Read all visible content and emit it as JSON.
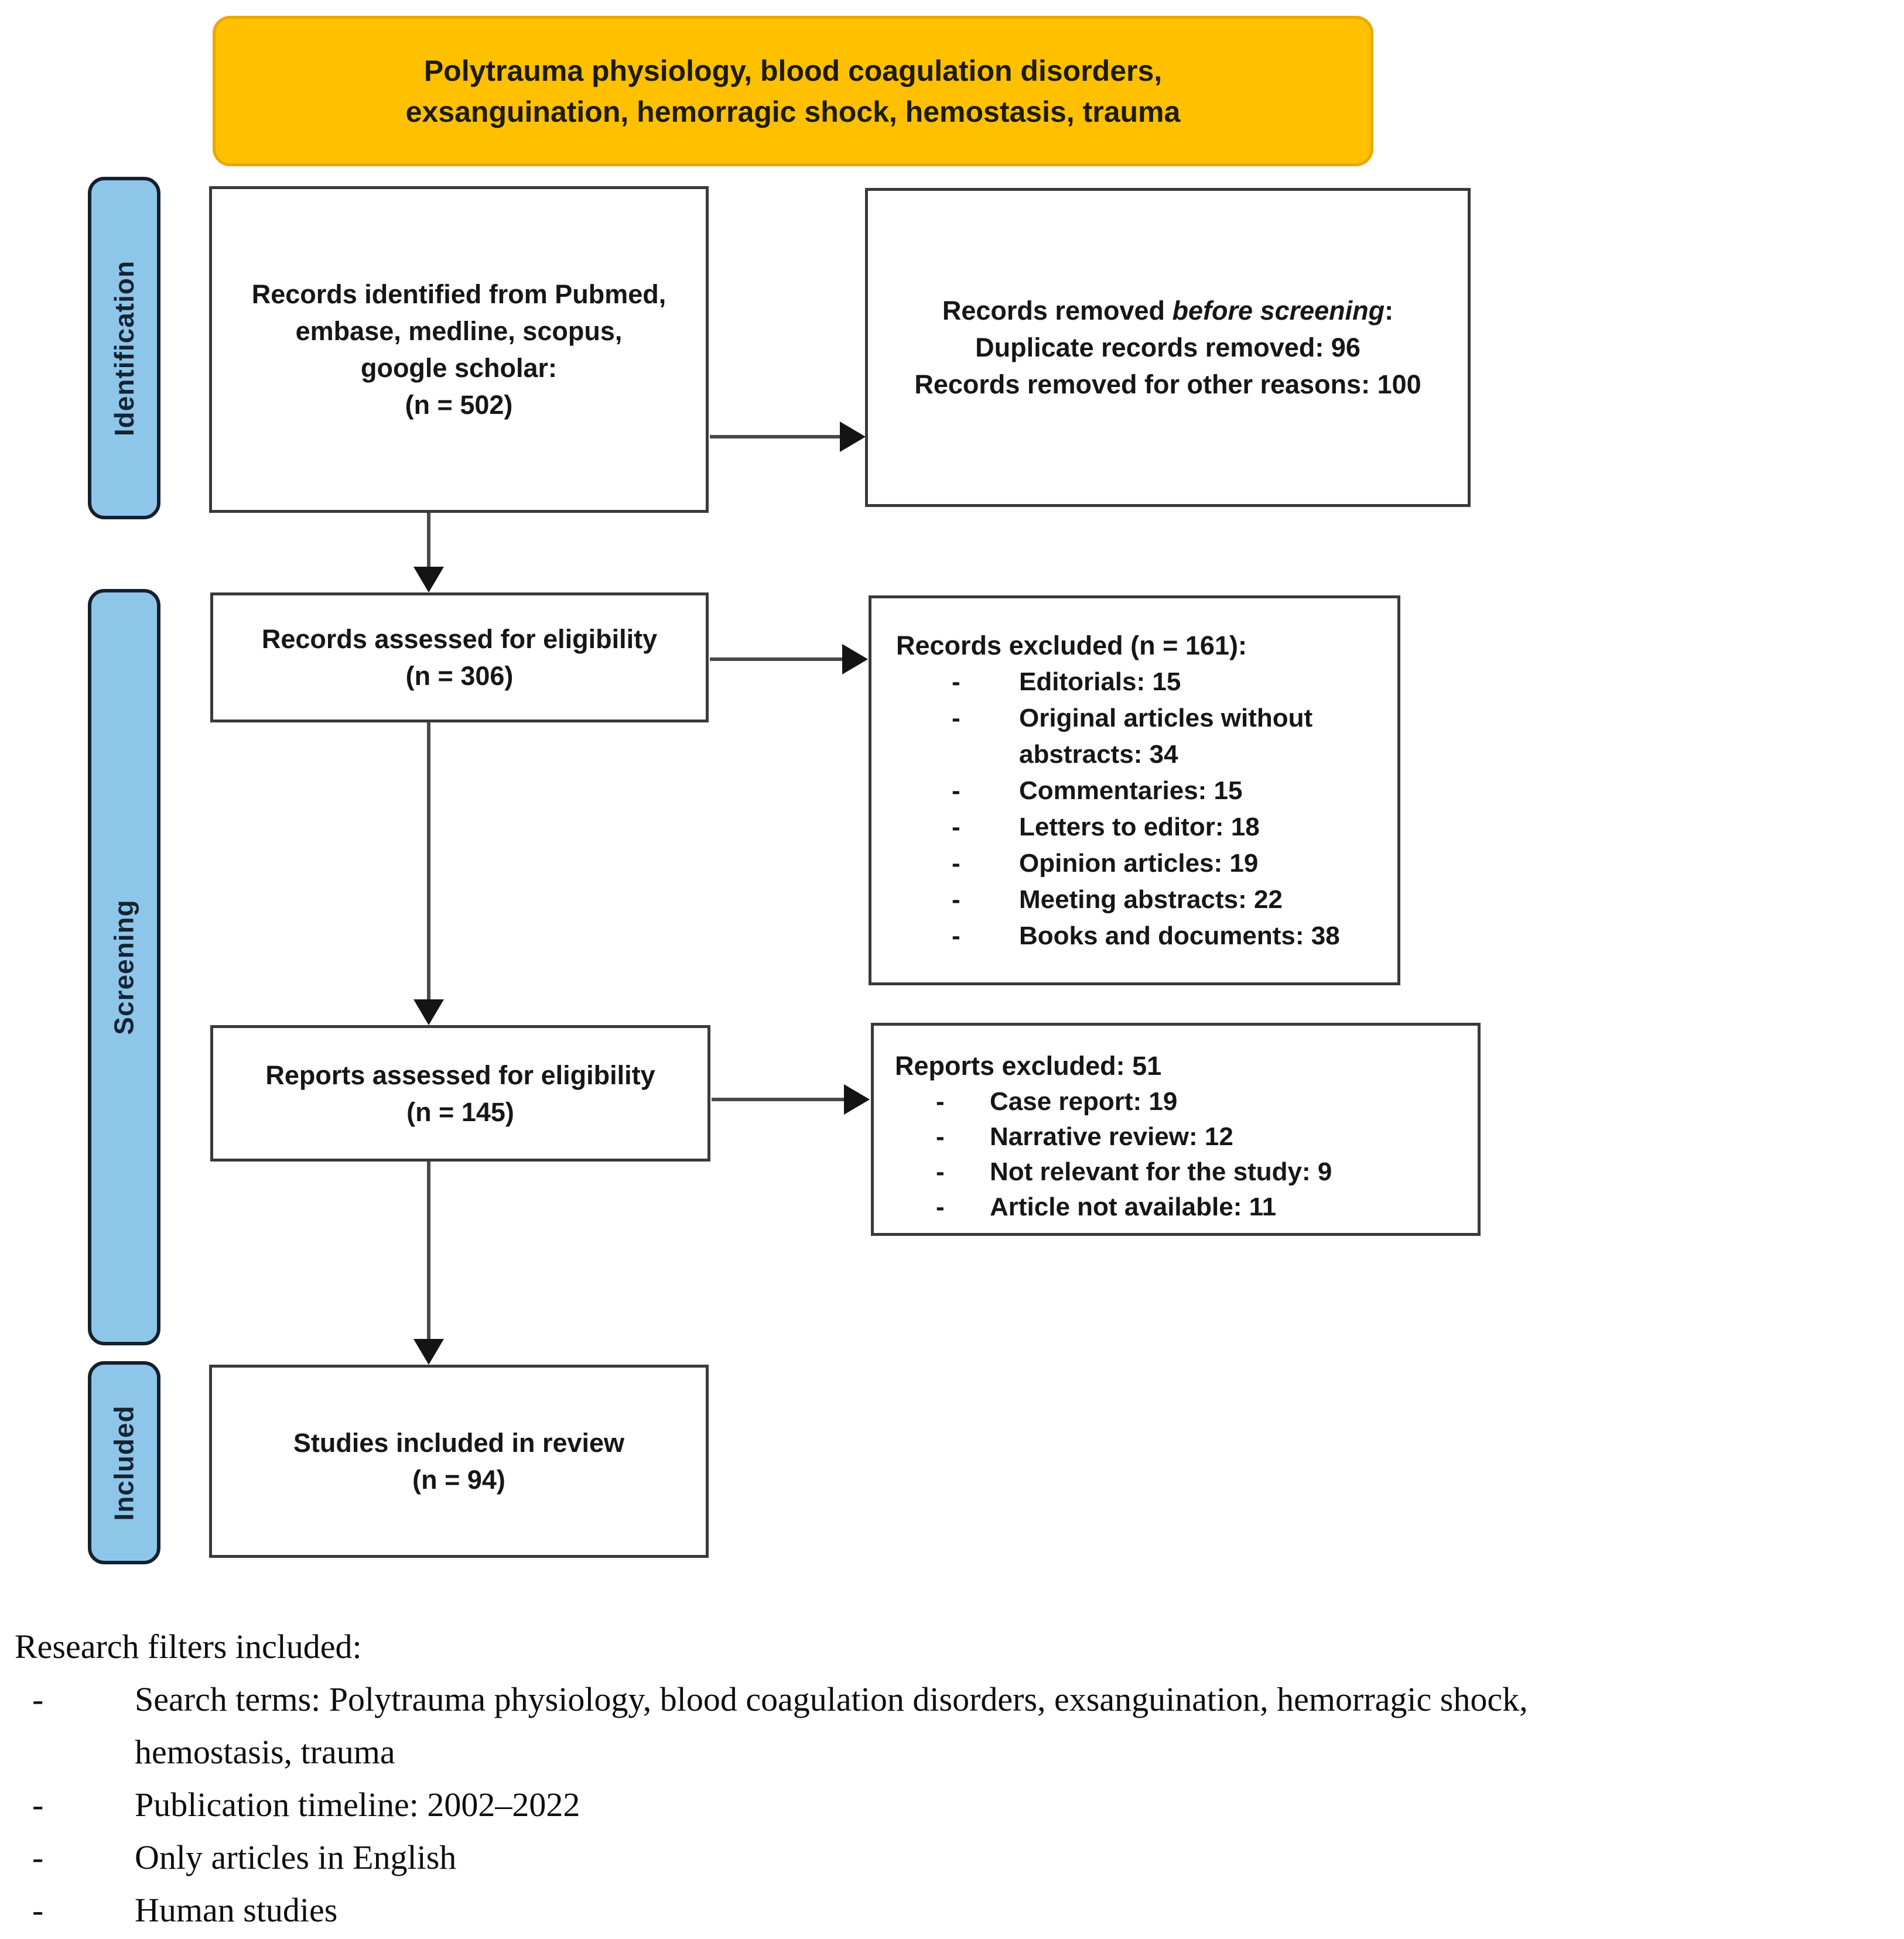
{
  "banner": {
    "line1": "Polytrauma physiology, blood coagulation disorders,",
    "line2": "exsanguination, hemorragic shock, hemostasis, trauma"
  },
  "stage_labels": {
    "identification": "Identification",
    "screening": "Screening",
    "included": "Included"
  },
  "boxes": {
    "identified": {
      "lines": [
        "Records identified from Pubmed,",
        "embase, medline, scopus,",
        "google scholar:",
        "(n = 502)"
      ]
    },
    "removed": {
      "prefix": "Records removed ",
      "italic": "before screening",
      "suffix": ":",
      "line2": "Duplicate records removed: 96",
      "line3": "Records removed for other reasons: 100"
    },
    "records_assessed": {
      "lines": [
        "Records assessed for eligibility",
        "(n = 306)"
      ]
    },
    "records_excluded": {
      "title": "Records excluded (n = 161):",
      "dash": "-",
      "items": [
        "Editorials: 15",
        "Original articles without abstracts: 34",
        "Commentaries: 15",
        "Letters to editor: 18",
        "Opinion articles: 19",
        "Meeting abstracts: 22",
        "Books and documents: 38"
      ]
    },
    "reports_assessed": {
      "lines": [
        "Reports assessed for eligibility",
        "(n = 145)"
      ]
    },
    "reports_excluded": {
      "title": "Reports excluded: 51",
      "dash": "-",
      "items": [
        "Case report: 19",
        "Narrative review: 12",
        "Not relevant for the study: 9",
        "Article not available: 11"
      ]
    },
    "studies_included": {
      "lines": [
        "Studies included in review",
        "(n = 94)"
      ]
    }
  },
  "filters": {
    "heading": "Research filters included:",
    "dash": "-",
    "bullets": [
      {
        "line1": "Search terms: Polytrauma physiology, blood coagulation disorders, exsanguination, hemorragic shock,",
        "line2": "hemostasis, trauma"
      },
      {
        "line1": "Publication timeline: 2002–2022"
      },
      {
        "line1": "Only articles in English"
      },
      {
        "line1": "Human studies"
      }
    ]
  },
  "colors": {
    "banner_fill": "#FFC000",
    "banner_border": "#E9A800",
    "stage_fill": "#8EC6EA",
    "box_border": "#3A3A3A",
    "arrow": "#4A4A4A"
  }
}
